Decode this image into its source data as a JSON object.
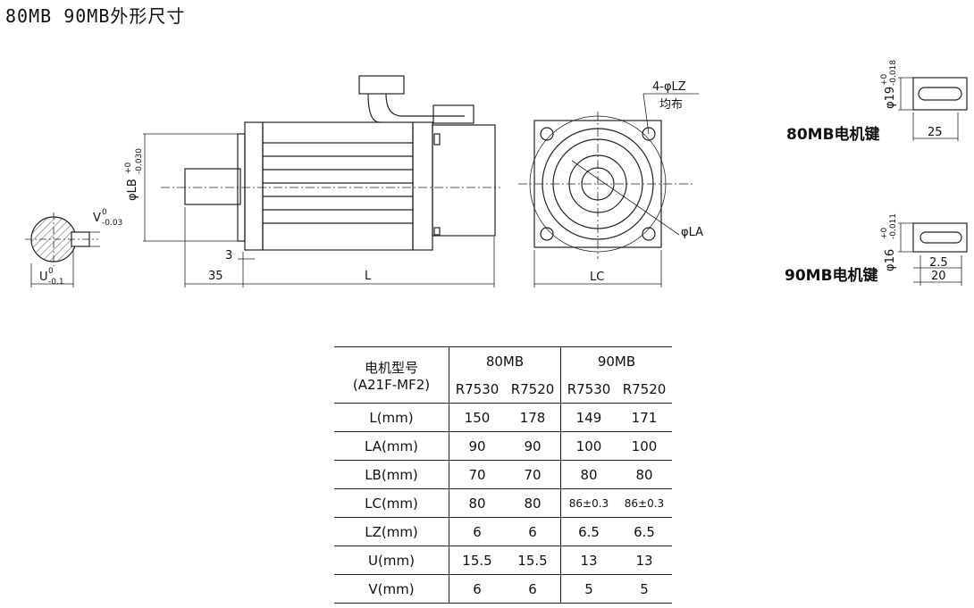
{
  "title": "80MB  90MB外形尺寸",
  "labels": {
    "lb": "φLB",
    "lb_tol_plus": "+0",
    "lb_tol_minus": "-0.030",
    "v": "V",
    "v_tol_plus": "0",
    "v_tol_minus": "-0.03",
    "u": "U",
    "u_tol_plus": "0",
    "u_tol_minus": "-0.1",
    "dim_3": "3",
    "dim_35": "35",
    "dim_l": "L",
    "dim_lc": "LC",
    "dim_la": "φLA",
    "dim_lz": "4-φLZ",
    "dim_lz_note": "均布"
  },
  "keys": {
    "mb80": {
      "label": "80MB电机键",
      "dia": "φ19",
      "tol_plus": "+0",
      "tol_minus": "-0.018",
      "len": "25"
    },
    "mb90": {
      "label": "90MB电机键",
      "dia": "φ16",
      "tol_plus": "+0",
      "tol_minus": "-0.011",
      "inner": "2.5",
      "len": "20"
    }
  },
  "table": {
    "header_name": "电机型号",
    "header_model": "(A21F-MF2)",
    "group_80": "80MB",
    "group_90": "90MB",
    "models": [
      "R7530",
      "R7520",
      "R7530",
      "R7520"
    ],
    "rows": [
      {
        "name": "L(mm)",
        "values": [
          "150",
          "178",
          "149",
          "171"
        ]
      },
      {
        "name": "LA(mm)",
        "values": [
          "90",
          "90",
          "100",
          "100"
        ]
      },
      {
        "name": "LB(mm)",
        "values": [
          "70",
          "70",
          "80",
          "80"
        ]
      },
      {
        "name": "LC(mm)",
        "values": [
          "80",
          "80",
          "86±0.3",
          "86±0.3"
        ]
      },
      {
        "name": "LZ(mm)",
        "values": [
          "6",
          "6",
          "6.5",
          "6.5"
        ]
      },
      {
        "name": "U(mm)",
        "values": [
          "15.5",
          "15.5",
          "13",
          "13"
        ]
      },
      {
        "name": "V(mm)",
        "values": [
          "6",
          "6",
          "5",
          "5"
        ]
      }
    ]
  }
}
